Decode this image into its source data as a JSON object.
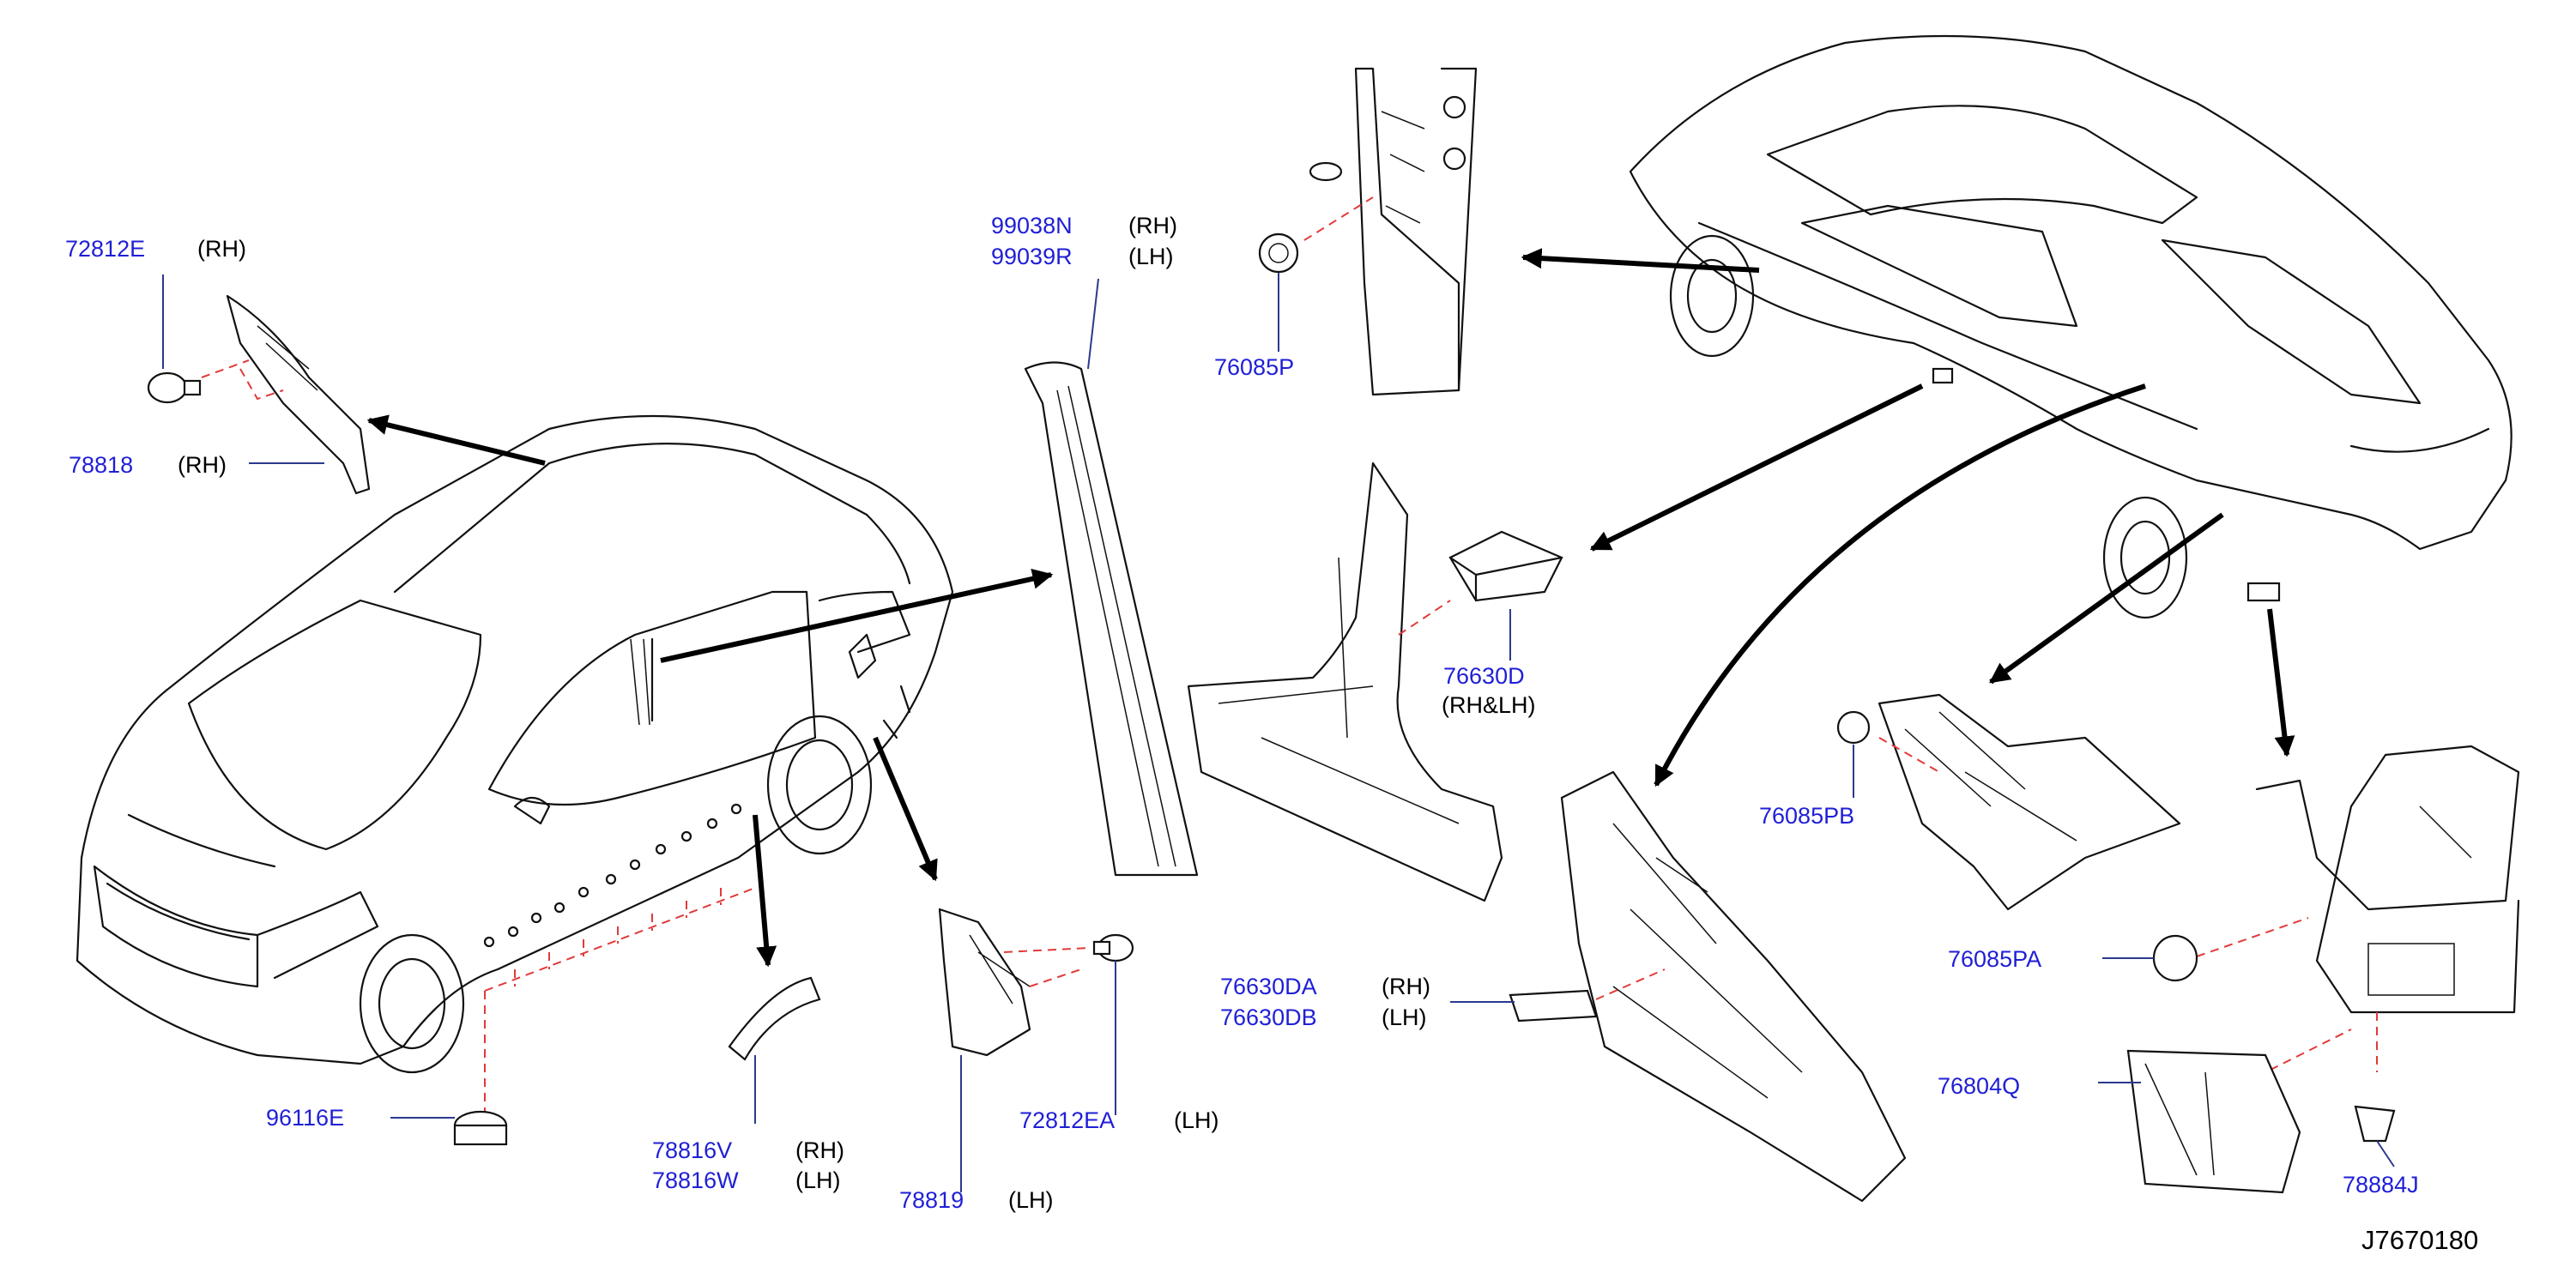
{
  "colors": {
    "part_number": "#1f1fd6",
    "dashed_guide": "#e23a3a",
    "line_art": "#111111"
  },
  "labels": {
    "p72812E": "72812E",
    "p72812E_side": "(RH)",
    "p78818": "78818",
    "p78818_side": "(RH)",
    "p99038N": "99038N",
    "p99038N_side": "(RH)",
    "p99039R": "99039R",
    "p99039R_side": "(LH)",
    "p76085P": "76085P",
    "p76630D": "76630D",
    "p76630D_side": "(RH&LH)",
    "p76085PB": "76085PB",
    "p76085PA": "76085PA",
    "p76630DA": "76630DA",
    "p76630DA_side": "(RH)",
    "p76630DB": "76630DB",
    "p76630DB_side": "(LH)",
    "p76804Q": "76804Q",
    "p78884J": "78884J",
    "p96116E": "96116E",
    "p78816V": "78816V",
    "p78816V_side": "(RH)",
    "p78816W": "78816W",
    "p78816W_side": "(LH)",
    "p78819": "78819",
    "p78819_side": "(LH)",
    "p72812EA": "72812EA",
    "p72812EA_side": "(LH)"
  },
  "catalog_code": "J7670180"
}
